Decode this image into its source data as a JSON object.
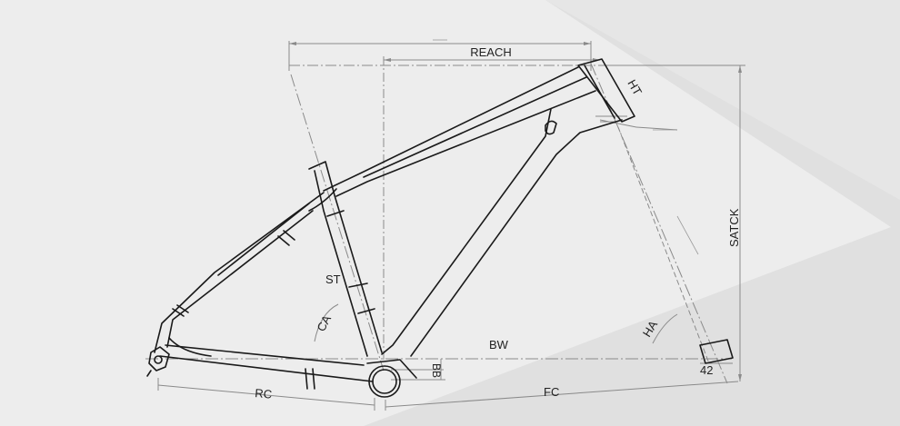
{
  "labels": {
    "reach": "REACH",
    "ht": "HT",
    "stack": "SATCK",
    "st": "ST",
    "ca": "CA",
    "bw": "BW",
    "bb": "BB",
    "rc": "RC",
    "fc": "FC",
    "ha": "HA",
    "offset": "42"
  },
  "colors": {
    "background": "#ededed",
    "panel": "#dedede",
    "frame_line": "#1a1a1a",
    "dimension_line": "#8a8a8a",
    "label": "#222222"
  }
}
